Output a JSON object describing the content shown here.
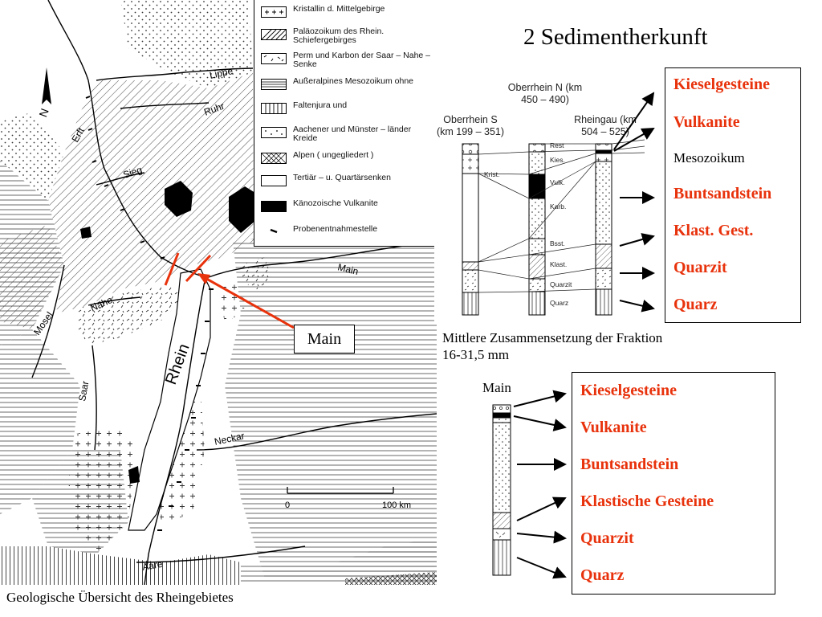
{
  "title": "2 Sedimentherkunft",
  "map": {
    "caption": "Geologische Übersicht des Rheingebietes",
    "callout": "Main",
    "north_symbol": "N",
    "scale": {
      "start": "0",
      "end": "100 km"
    },
    "places": {
      "lippe": "Lippe",
      "ruhr": "Ruhr",
      "erft": "Erft",
      "sieg": "Sieg",
      "main": "Main",
      "mosel": "Mosel",
      "nahe": "Nahe",
      "saar": "Saar",
      "rhein": "Rhein",
      "neckar": "Neckar",
      "aare": "Aare"
    },
    "legend": [
      {
        "text": "Kristallin  d.  Mittelgebirge",
        "pattern": "cross"
      },
      {
        "text": "Paläozoikum  des Rhein. Schiefergebirges",
        "pattern": "diagonal"
      },
      {
        "text": "Perm  und  Karbon  der Saar – Nahe – Senke",
        "pattern": "dash"
      },
      {
        "text": "Außeralpines  Mesozoikum ohne",
        "pattern": "horizontal"
      },
      {
        "text": "Faltenjura  und",
        "pattern": "vertical"
      },
      {
        "text": "Aachener  und  Münster – länder  Kreide",
        "pattern": "dots"
      },
      {
        "text": "Alpen  ( ungegliedert )",
        "pattern": "crosshatch"
      },
      {
        "text": "Tertiär – u. Quartärsenken",
        "pattern": "blank"
      },
      {
        "text": "Känozoische  Vulkanite",
        "pattern": "solid"
      },
      {
        "text": "Probenentnahmestelle",
        "pattern": "sample-mark"
      }
    ]
  },
  "columns": {
    "headers": {
      "south": "Oberrhein S (km 199 – 351)",
      "north": "Oberrhein N (km 450 – 490)",
      "rheingau": "Rheingau (km 504 – 525)"
    },
    "layers": [
      "Rest",
      "Kies.",
      "Krist.",
      "Vulk.",
      "Karb.",
      "Bsst.",
      "Klast.",
      "Quarzit",
      "Quarz"
    ],
    "caption_line1": "Mittlere Zusammensetzung der Fraktion",
    "caption_line2": "16-31,5 mm",
    "main_label": "Main"
  },
  "list_top": [
    {
      "text": "Kieselgesteine",
      "highlight": true
    },
    {
      "text": "Vulkanite",
      "highlight": true
    },
    {
      "text": "Mesozoikum",
      "highlight": false
    },
    {
      "text": "Buntsandstein",
      "highlight": true
    },
    {
      "text": "Klast. Gest.",
      "highlight": true
    },
    {
      "text": "Quarzit",
      "highlight": true
    },
    {
      "text": "Quarz",
      "highlight": true
    }
  ],
  "list_bottom": [
    "Kieselgesteine",
    "Vulkanite",
    "Buntsandstein",
    "Klastische Gesteine",
    "Quarzit",
    "Quarz"
  ],
  "colors": {
    "highlight": "#e8320c",
    "callout": "#e8320c"
  }
}
